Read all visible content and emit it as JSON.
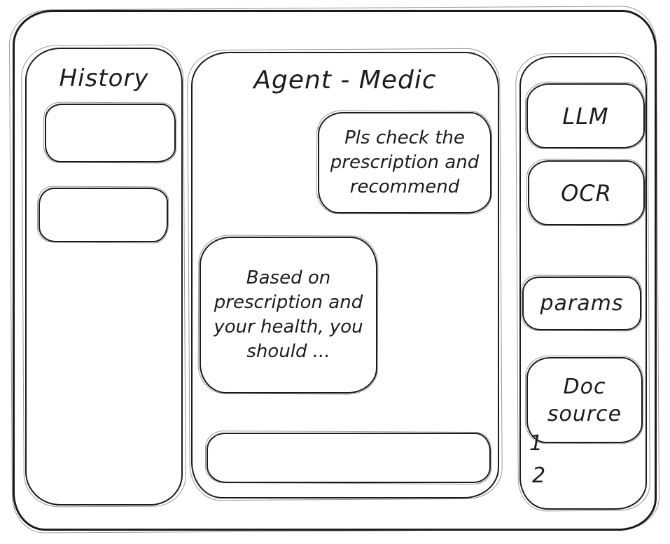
{
  "colors": {
    "stroke": "#1c1c1c",
    "background": "#ffffff"
  },
  "sidebar_left": {
    "title": "History",
    "items": [
      {
        "label": ""
      },
      {
        "label": ""
      }
    ]
  },
  "chat": {
    "title": "Agent - Medic",
    "messages": [
      {
        "role": "user",
        "text": "Pls check the prescription and recommend"
      },
      {
        "role": "assistant",
        "text": "Based on prescription and your health, you should ..."
      }
    ],
    "input": {
      "value": "",
      "placeholder": ""
    }
  },
  "sidebar_right": {
    "tools": [
      {
        "label": "LLM"
      },
      {
        "label": "OCR"
      },
      {
        "label": "params"
      },
      {
        "label": "Doc source"
      }
    ],
    "doc_items": [
      {
        "label": "1"
      },
      {
        "label": "2"
      }
    ]
  }
}
